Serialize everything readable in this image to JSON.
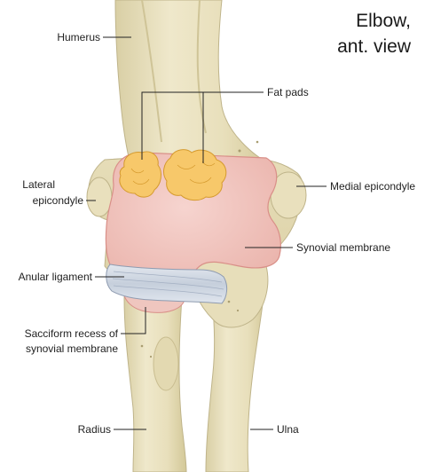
{
  "title": {
    "line1": "Elbow,",
    "line2": "ant. view"
  },
  "labels": {
    "humerus": "Humerus",
    "fat_pads": "Fat pads",
    "lateral_epicondyle_1": "Lateral",
    "lateral_epicondyle_2": "epicondyle",
    "medial_epicondyle": "Medial epicondyle",
    "synovial_membrane": "Synovial membrane",
    "anular_ligament": "Anular ligament",
    "sacciform_recess_1": "Sacciform recess of",
    "sacciform_recess_2": "synovial membrane",
    "radius": "Radius",
    "ulna": "Ulna"
  },
  "colors": {
    "bone": "#ece4c4",
    "bone_shadow": "#d9cfa5",
    "bone_outline": "#bfb48a",
    "synovial_membrane": "#f0c3bc",
    "synovial_outline": "#d98f88",
    "fat_pad": "#f7c86a",
    "fat_pad_outline": "#d59a2e",
    "ligament": "#d3dbe6",
    "ligament_outline": "#8e9bb0"
  }
}
